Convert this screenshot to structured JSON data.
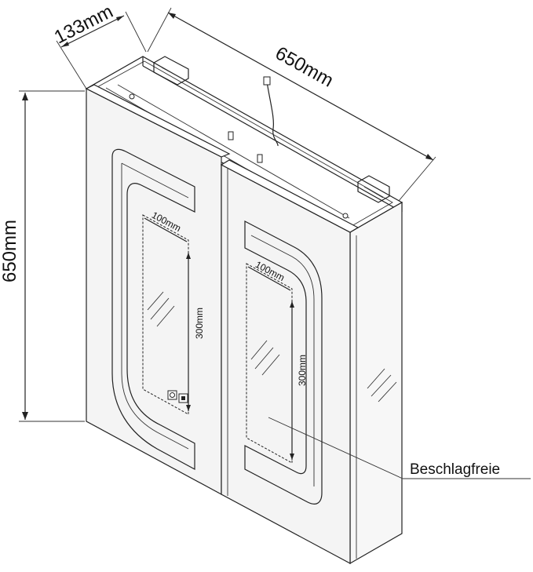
{
  "dimensions": {
    "depth": "133mm",
    "width": "650mm",
    "height": "650mm"
  },
  "doors": {
    "left": {
      "window_width": "100mm",
      "window_height": "300mm"
    },
    "right": {
      "window_width": "100mm",
      "window_height": "300mm"
    }
  },
  "callout": {
    "label": "Beschlagfreie"
  },
  "colors": {
    "line": "#222222",
    "door_shade": "#f3f3f3",
    "side_shade": "#ececec"
  }
}
